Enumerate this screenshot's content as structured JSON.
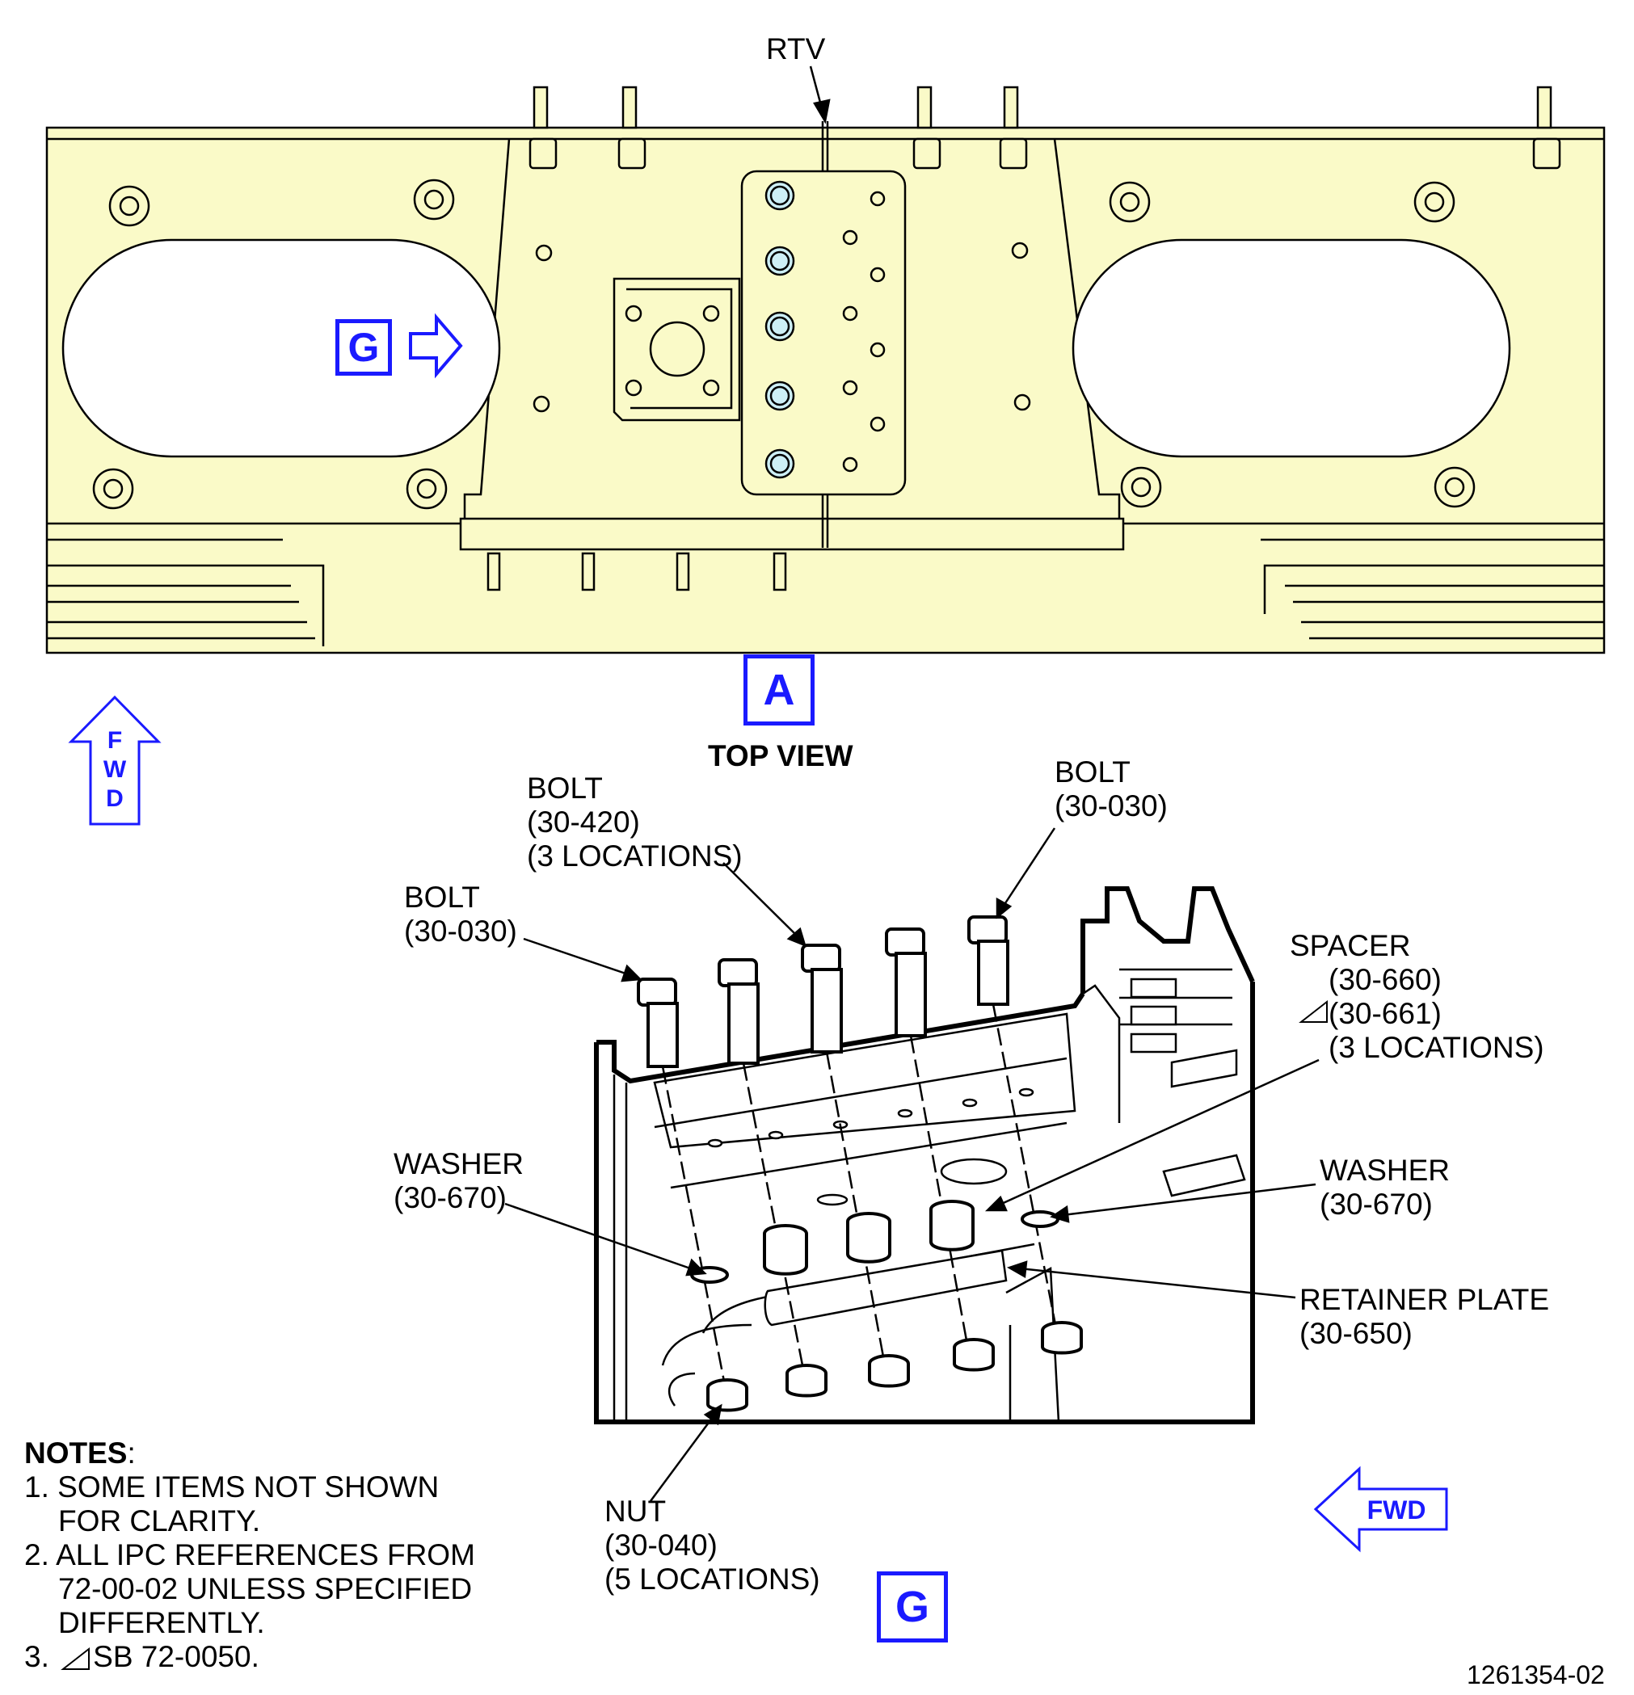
{
  "labels": {
    "rtv": "RTV",
    "top_view": "TOP VIEW",
    "view_a": "A",
    "view_g_ref": "G",
    "view_g": "G",
    "fwd_top": [
      "F",
      "W",
      "D"
    ],
    "fwd_bottom": "FWD",
    "bolt_left": [
      "BOLT",
      "(30-030)"
    ],
    "bolt_mid": [
      "BOLT",
      "(30-420)",
      "(3 LOCATIONS)"
    ],
    "bolt_right": [
      "BOLT",
      "(30-030)"
    ],
    "spacer": [
      "SPACER",
      "(30-660)",
      "(30-661)",
      "(3 LOCATIONS)"
    ],
    "washer_left": [
      "WASHER",
      "(30-670)"
    ],
    "washer_right": [
      "WASHER",
      "(30-670)"
    ],
    "retainer_plate": [
      "RETAINER PLATE",
      "(30-650)"
    ],
    "nut": [
      "NUT",
      "(30-040)",
      "(5 LOCATIONS)"
    ]
  },
  "notes": {
    "heading": "NOTES",
    "heading_colon": ":",
    "items": [
      {
        "num": "1.",
        "lines": [
          "SOME ITEMS NOT SHOWN",
          "FOR CLARITY."
        ]
      },
      {
        "num": "2.",
        "lines": [
          "ALL IPC REFERENCES FROM",
          "72-00-02 UNLESS SPECIFIED",
          "DIFFERENTLY."
        ]
      },
      {
        "num": "3.",
        "lines": [
          "SB 72-0050."
        ]
      }
    ]
  },
  "figure_id": "1261354-02",
  "colors": {
    "part_fill": "#fafac8",
    "fastener_fill": "#cdeff6",
    "callout_blue": "#1a1aff"
  }
}
